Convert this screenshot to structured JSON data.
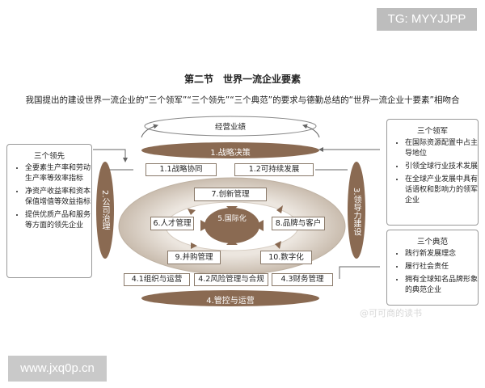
{
  "watermark_top": "TG: MYYJJPP",
  "watermark_bottom": "www.jxq0p.cn",
  "title": "第二节　世界一流企业要素",
  "subtitle": "我国提出的建设世界一流企业的“三个领军”“三个领先”“三个典范”的要求与德勤总结的“世界一流企业十要素”相吻合",
  "top_ellipse": "经营业绩",
  "strategy": "1.战略决策",
  "strategy_items": [
    "1.1战略协同",
    "1.2可持续发展"
  ],
  "governance": "2.公司治理",
  "leadership": "3.领导力建设",
  "control": "4.管控与运营",
  "control_items": [
    "4.1组织与运营",
    "4.2风险管理与合规",
    "4.3财务管理"
  ],
  "center": "5.国际化",
  "ring_items": {
    "talent": "6.人才管理",
    "innovation": "7.创新管理",
    "brand": "8.品牌与客户",
    "mna": "9.并购管理",
    "digital": "10.数字化"
  },
  "left_box": {
    "heading": "三个领先",
    "items": [
      "全要素生产率和劳动生产率等效率指标",
      "净资产收益率和资本保值增值等效益指标",
      "提供优质产品和服务等方面的领先企业"
    ]
  },
  "right_top_box": {
    "heading": "三个领军",
    "items": [
      "在国际资源配置中占主导地位",
      "引领全球行业技术发展",
      "在全球产业发展中具有话语权和影响力的领军企业"
    ]
  },
  "right_bottom_box": {
    "heading": "三个典范",
    "items": [
      "践行新发展理念",
      "履行社会责任",
      "拥有全球知名品牌形象的典范企业"
    ]
  },
  "author_logo": "@可可商的读书",
  "colors": {
    "brown": "#8a6a52",
    "ring": "#cfc4b7",
    "ring_light": "#ece6df"
  }
}
